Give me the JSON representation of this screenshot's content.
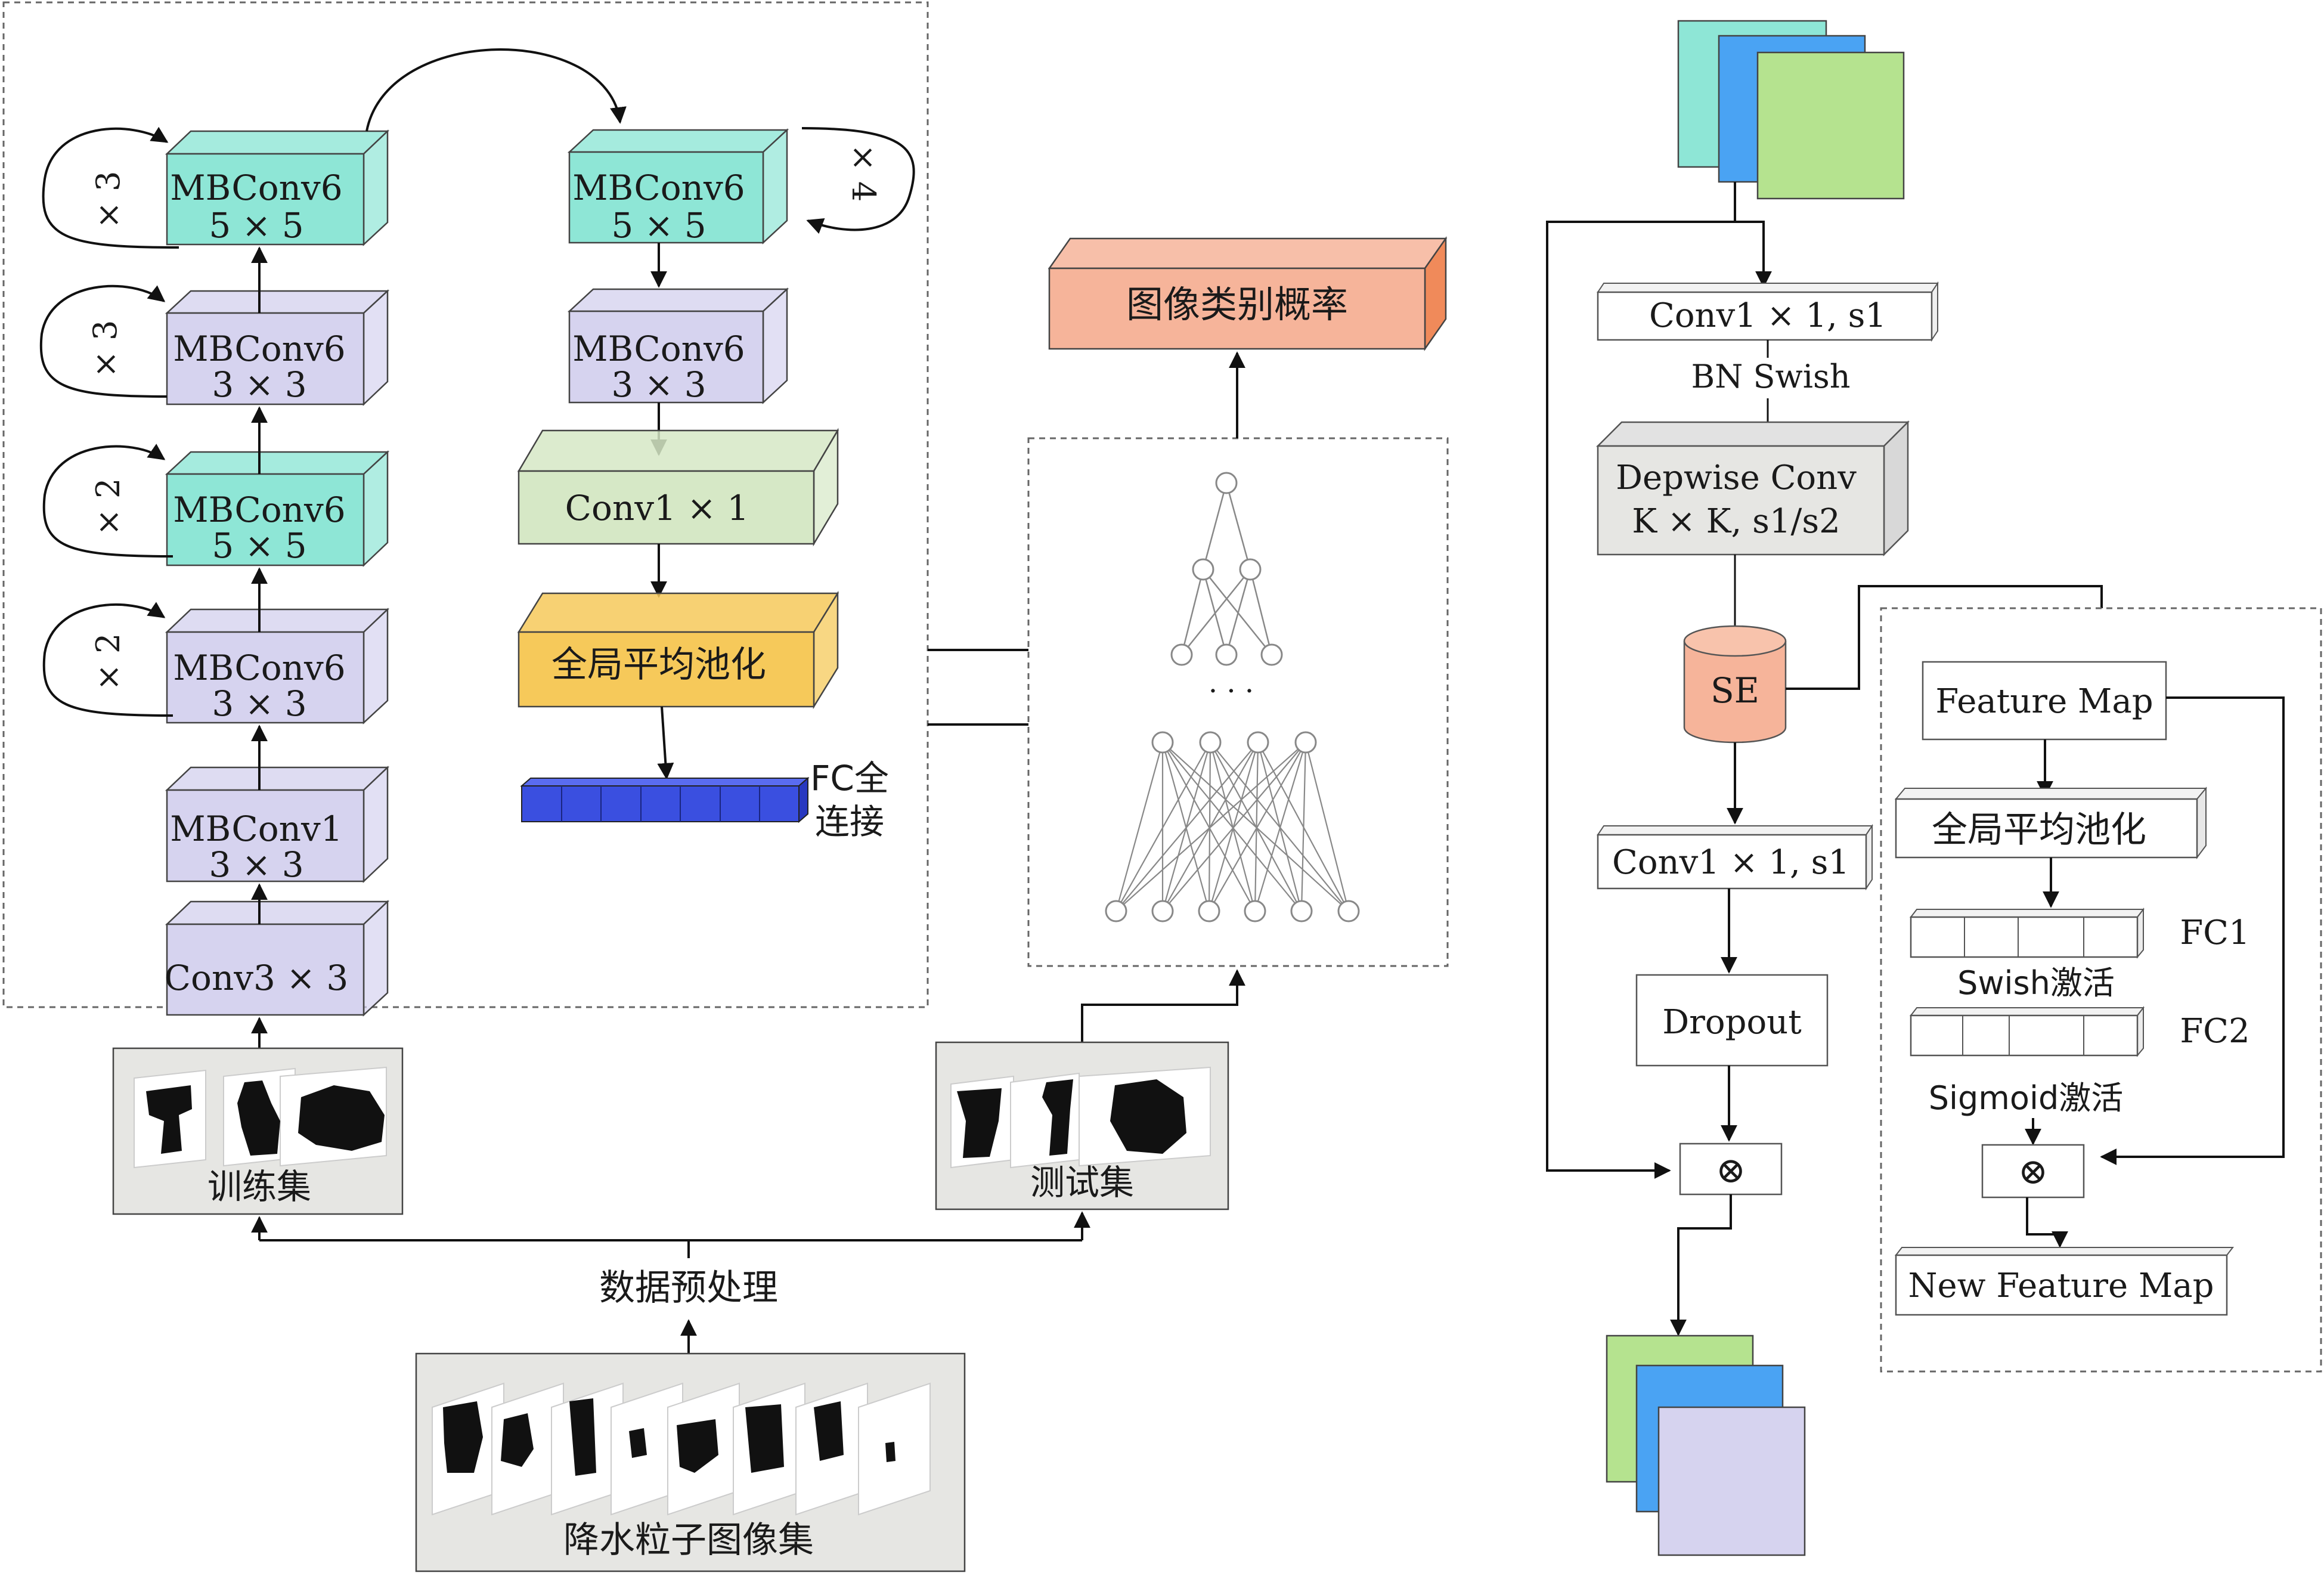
{
  "left_stack": [
    {
      "line1": "MBConv6",
      "line2": "5 × 5",
      "repeat": "× 3",
      "color": "#8ee6d6"
    },
    {
      "line1": "MBConv6",
      "line2": "3 × 3",
      "repeat": "× 3",
      "color": "#d6d3ef"
    },
    {
      "line1": "MBConv6",
      "line2": "5 × 5",
      "repeat": "× 2",
      "color": "#8ee6d6"
    },
    {
      "line1": "MBConv6",
      "line2": "3 × 3",
      "repeat": "× 2",
      "color": "#d6d3ef"
    },
    {
      "line1": "MBConv1",
      "line2": "3 × 3",
      "repeat": "",
      "color": "#d6d3ef"
    },
    {
      "line1": "Conv3 × 3",
      "line2": "",
      "repeat": "",
      "color": "#d6d3ef"
    }
  ],
  "mid_stack": {
    "mbconv_a": {
      "line1": "MBConv6",
      "line2": "5 × 5",
      "repeat": "× 4",
      "color": "#8ee6d6"
    },
    "mbconv_b": {
      "line1": "MBConv6",
      "line2": "3 × 3",
      "color": "#d6d3ef"
    },
    "conv1x1": {
      "label": "Conv1 × 1",
      "color": "#d6e8c6"
    },
    "gap": {
      "label": "全局平均池化",
      "color": "#f6c95a"
    },
    "fc": {
      "line1": "FC全",
      "line2": "连接",
      "color": "#3a4fe0"
    }
  },
  "output_box": {
    "label": "图像类别概率",
    "color": "#f6b49a"
  },
  "nn_ellipsis": "· · ·",
  "datasets": {
    "train": "训练集",
    "test": "测试集",
    "preprocess": "数据预处理",
    "source": "降水粒子图像集"
  },
  "mbconv_detail": {
    "conv1": "Conv1 × 1, s1",
    "bn_swish": "BN Swish",
    "depwise_line1": "Depwise Conv",
    "depwise_line2": "K × K, s1/s2",
    "se": "SE",
    "conv2": "Conv1 × 1, s1",
    "dropout": "Dropout",
    "multiply": "⊗"
  },
  "se_detail": {
    "feature_map": "Feature Map",
    "gap": "全局平均池化",
    "fc1": "FC1",
    "swish": "Swish激活",
    "fc2": "FC2",
    "sigmoid": "Sigmoid激活",
    "multiply": "⊗",
    "new_feature_map": "New Feature Map"
  },
  "colors": {
    "teal": "#8ee6d6",
    "lavender": "#d6d3ef",
    "green": "#b5e38f",
    "blue": "#4aa3f3",
    "salmon": "#f6b49a",
    "orange": "#f6c95a",
    "gray": "#e6e6e3"
  }
}
